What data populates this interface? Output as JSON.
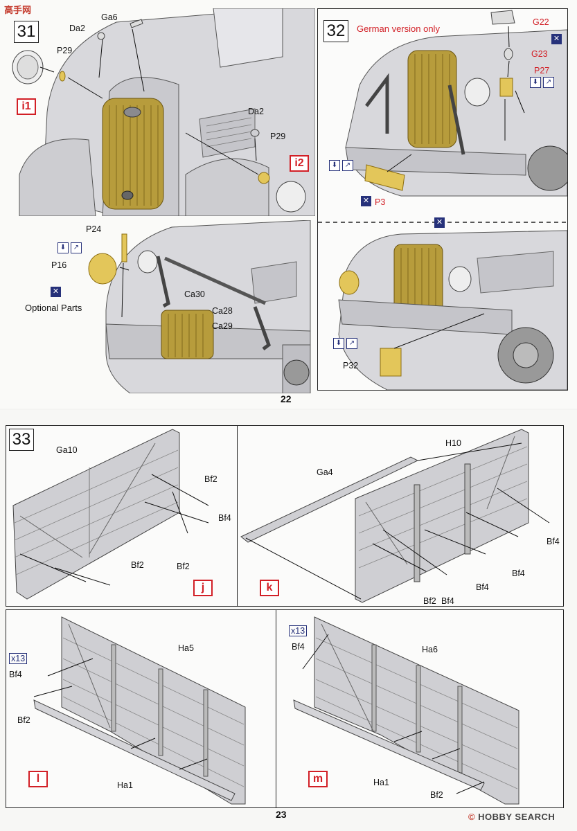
{
  "watermark": "高手网",
  "page22": {
    "number": "22",
    "step31": {
      "step": "31",
      "labels": {
        "ga6": "Ga6",
        "da2a": "Da2",
        "p29a": "P29",
        "da2b": "Da2",
        "p29b": "P29",
        "p24": "P24",
        "p16": "P16",
        "ca30": "Ca30",
        "ca28": "Ca28",
        "ca29": "Ca29"
      },
      "box_i1": "i1",
      "box_i2": "i2",
      "optional": "Optional Parts"
    },
    "step32": {
      "step": "32",
      "note": "German version only",
      "labels": {
        "g22": "G22",
        "g23": "G23",
        "p27": "P27",
        "p3": "P3",
        "p32": "P32"
      }
    }
  },
  "page23": {
    "number": "23",
    "step33": {
      "step": "33",
      "j": {
        "box": "j",
        "ga10": "Ga10",
        "bf2a": "Bf2",
        "bf4a": "Bf4",
        "bf2b": "Bf2",
        "bf2c": "Bf2"
      },
      "k": {
        "box": "k",
        "ga4": "Ga4",
        "h10": "H10",
        "bf4a": "Bf4",
        "bf4b": "Bf4",
        "bf4c": "Bf4",
        "bf2": "Bf2",
        "bf4d": "Bf4"
      },
      "l": {
        "box": "l",
        "qty": "x13",
        "bf4": "Bf4",
        "bf2": "Bf2",
        "ha5": "Ha5",
        "ha1": "Ha1"
      },
      "m": {
        "box": "m",
        "qty": "x13",
        "bf4": "Bf4",
        "ha6": "Ha6",
        "ha1": "Ha1",
        "bf2": "Bf2"
      }
    }
  },
  "brand": "HOBBY SEARCH",
  "copyright": "©"
}
